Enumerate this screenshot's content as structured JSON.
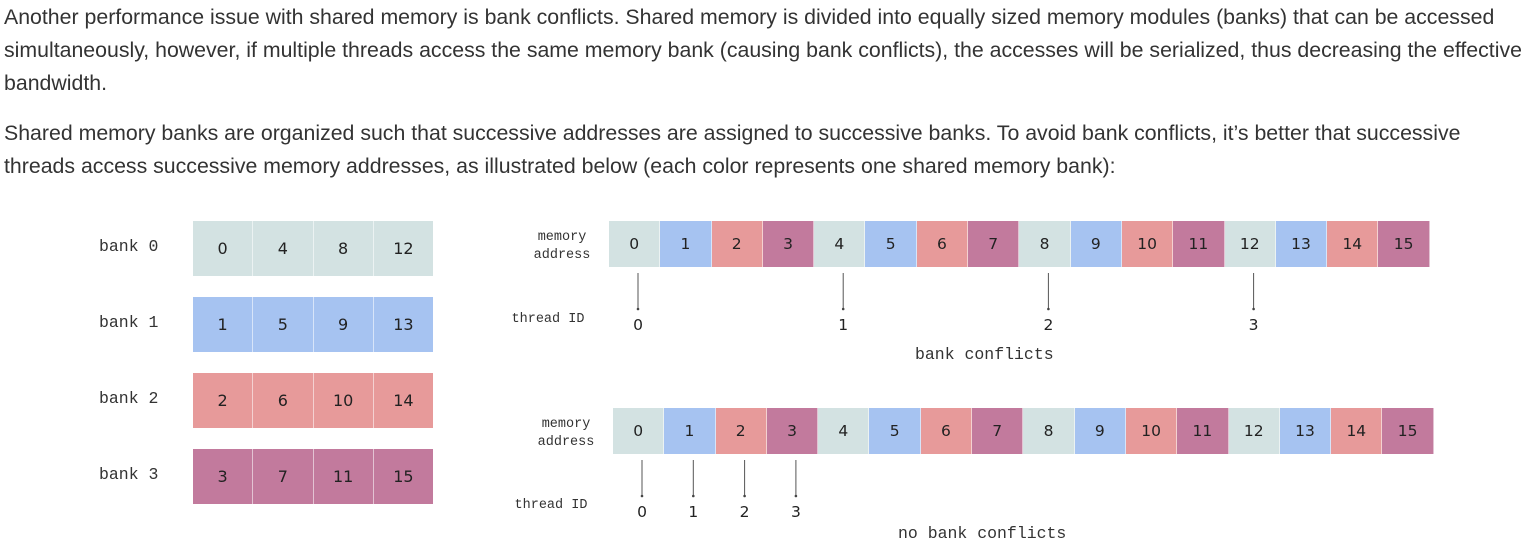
{
  "paragraphs": {
    "p1": "Another performance issue with shared memory is bank conflicts. Shared memory is divided into equally sized memory modules (banks) that can be accessed simultaneously, however, if multiple threads access the same memory bank (causing bank conflicts), the accesses will be serialized, thus decreasing the effective bandwidth.",
    "p2": "Shared memory banks are organized such that successive addresses are assigned to successive banks. To avoid bank conflicts, it’s better that successive threads access successive memory addresses, as illustrated below (each color represents one shared memory bank):"
  },
  "bank_colors": [
    "#d3e2e2",
    "#a6c3f1",
    "#e79a9a",
    "#c27a9d"
  ],
  "banks": [
    {
      "label": "bank 0",
      "cells": [
        "0",
        "4",
        "8",
        "12"
      ]
    },
    {
      "label": "bank 1",
      "cells": [
        "1",
        "5",
        "9",
        "13"
      ]
    },
    {
      "label": "bank 2",
      "cells": [
        "2",
        "6",
        "10",
        "14"
      ]
    },
    {
      "label": "bank 3",
      "cells": [
        "3",
        "7",
        "11",
        "15"
      ]
    }
  ],
  "memory_addresses": [
    "0",
    "1",
    "2",
    "3",
    "4",
    "5",
    "6",
    "7",
    "8",
    "9",
    "10",
    "11",
    "12",
    "13",
    "14",
    "15"
  ],
  "memory_address_label": "memory\naddress",
  "thread_id_label": "thread ID",
  "conflict_diagram": {
    "thread_ids": [
      "0",
      "1",
      "2",
      "3"
    ],
    "accessed_addresses": [
      0,
      4,
      8,
      12
    ],
    "caption": "bank conflicts"
  },
  "no_conflict_diagram": {
    "thread_ids": [
      "0",
      "1",
      "2",
      "3"
    ],
    "accessed_addresses": [
      0,
      1,
      2,
      3
    ],
    "caption": "no bank conflicts"
  }
}
